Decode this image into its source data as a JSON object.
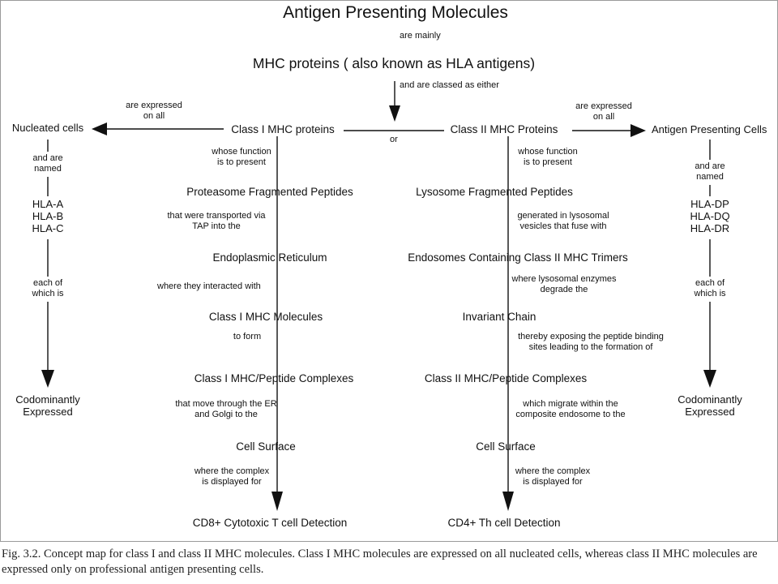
{
  "title": "Antigen Presenting Molecules",
  "link_are_mainly": "are mainly",
  "mhc": "MHC proteins ( also known as HLA antigens)",
  "link_classed": "and are classed as either",
  "link_or": "or",
  "left": {
    "link_expressed": "are expressed\non all",
    "cells": "Nucleated cells",
    "link_named": "and are\nnamed",
    "hla": "HLA-A\nHLA-B\nHLA-C",
    "link_each": "each of\nwhich is",
    "result": "Codominantly\nExpressed"
  },
  "right": {
    "link_expressed": "are expressed\non all",
    "cells": "Antigen Presenting Cells",
    "link_named": "and are\nnamed",
    "hla": "HLA-DP\nHLA-DQ\nHLA-DR",
    "link_each": "each of\nwhich is",
    "result": "Codominantly\nExpressed"
  },
  "class1": {
    "node1": "Class I MHC proteins",
    "link1": "whose function\nis to present",
    "node2": "Proteasome Fragmented Peptides",
    "link2": "that were transported via\nTAP into the",
    "node3": "Endoplasmic Reticulum",
    "link3": "where they interacted with",
    "node4": "Class I MHC Molecules",
    "link4": "to form",
    "node5": "Class I MHC/Peptide Complexes",
    "link5": "that move through the ER\nand Golgi to the",
    "node6": "Cell Surface",
    "link6": "where the complex\nis displayed for",
    "node7": "CD8+ Cytotoxic T cell Detection"
  },
  "class2": {
    "node1": "Class II MHC Proteins",
    "link1": "whose function\nis to present",
    "node2": "Lysosome Fragmented Peptides",
    "link2": "generated in lysosomal\nvesicles that fuse with",
    "node3": "Endosomes Containing Class II MHC Trimers",
    "link3": "where lysosomal enzymes\ndegrade the",
    "node4": "Invariant Chain",
    "link4": "thereby exposing the peptide binding\nsites leading to the formation of",
    "node5": "Class II MHC/Peptide Complexes",
    "link5": "which migrate within the\ncomposite endosome to the",
    "node6": "Cell Surface",
    "link6": "where the complex\nis displayed for",
    "node7": "CD4+ Th cell Detection"
  },
  "caption": "Fig. 3.2. Concept map for class I and class II MHC molecules. Class I MHC molecules are expressed on all nucleated cells, whereas class II MHC molecules are expressed only on professional antigen presenting cells."
}
